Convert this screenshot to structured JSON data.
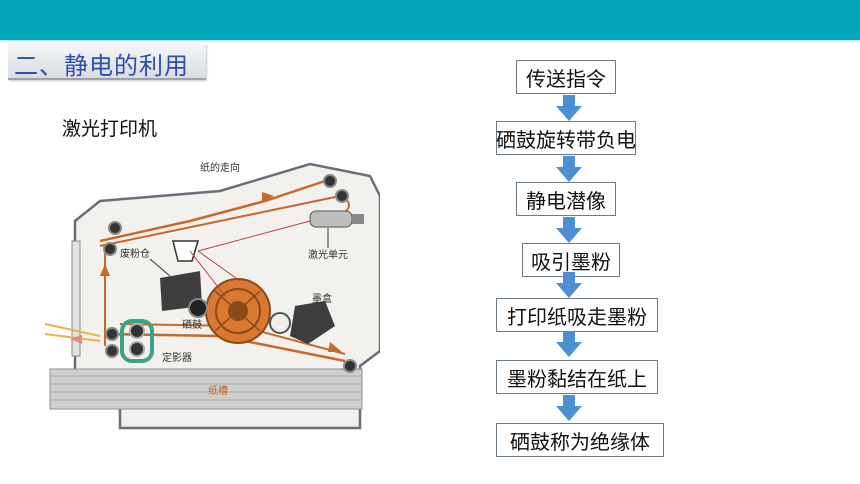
{
  "section": {
    "title": "二、静电的利用"
  },
  "printer": {
    "label": "激光打印机",
    "labels": {
      "paper_path": "纸的走向",
      "toner_bin": "废粉仓",
      "laser_unit": "激光单元",
      "cartridge": "墨盒",
      "drum": "硒鼓",
      "fuser": "定影器",
      "tray": "纸槽"
    }
  },
  "flow": {
    "steps": [
      "传送指令",
      "硒鼓旋转带负电",
      "静电潜像",
      "吸引墨粉",
      "打印纸吸走墨粉",
      "墨粉黏结在纸上",
      "硒鼓称为绝缘体"
    ]
  },
  "colors": {
    "header": "#00a6b8",
    "title_text": "#2c4fa8",
    "arrow": "#4d8fd3",
    "paper_path": "#c8692c",
    "drum": "#d9782e"
  }
}
